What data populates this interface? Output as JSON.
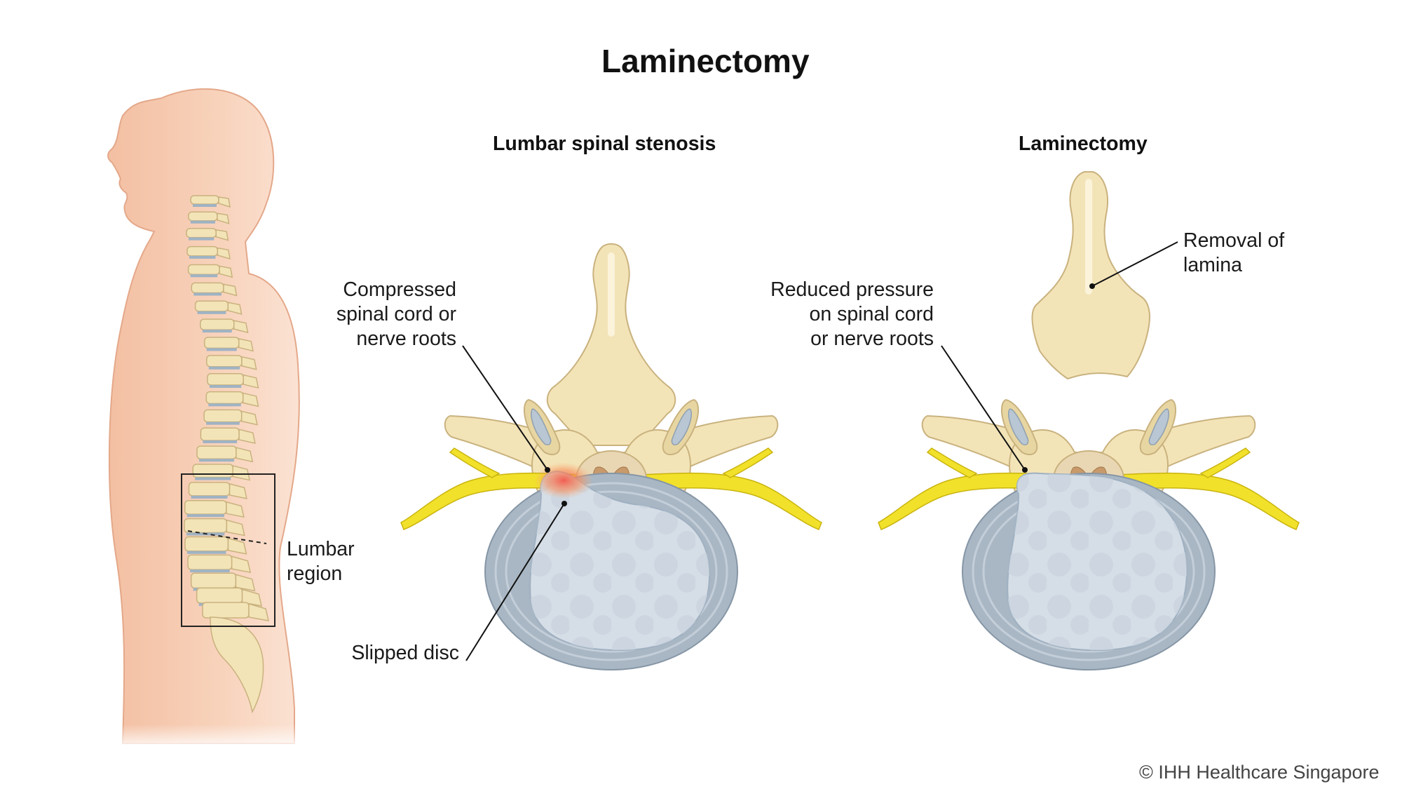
{
  "title": "Laminectomy",
  "panels": {
    "left_heading": "Lumbar spinal stenosis",
    "right_heading": "Laminectomy"
  },
  "labels": {
    "lumbar_region": [
      "Lumbar",
      "region"
    ],
    "compressed": [
      "Compressed",
      "spinal cord or",
      "nerve roots"
    ],
    "slipped_disc": "Slipped disc",
    "reduced_pressure": [
      "Reduced pressure",
      "on spinal cord",
      "or nerve roots"
    ],
    "removal_of_lamina": [
      "Removal of",
      "lamina"
    ]
  },
  "copyright": "© IHH Healthcare Singapore",
  "colors": {
    "skin": "#f6c9ae",
    "bone": "#f3e4b8",
    "bone_outline": "#c9b27e",
    "disc_outer": "#a9b7c4",
    "disc_inner": "#d5dde6",
    "nerve": "#f2e12a",
    "inflammation": "#f26a4b"
  }
}
